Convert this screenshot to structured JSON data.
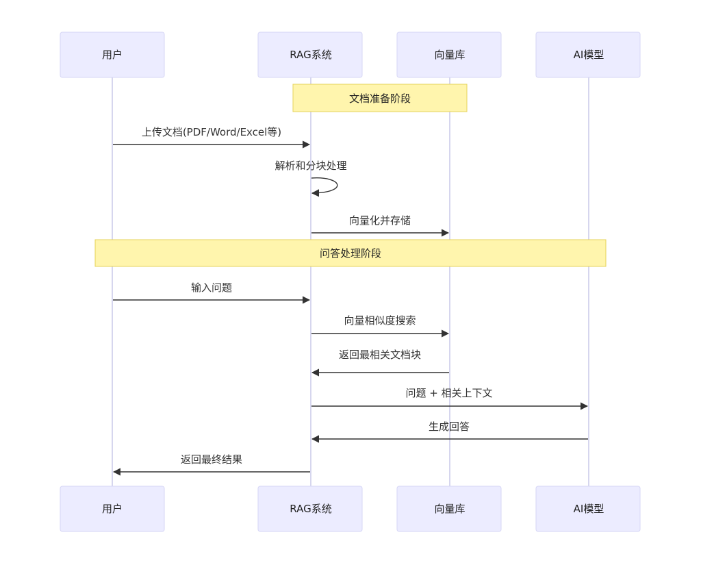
{
  "actors": [
    {
      "id": "user",
      "label": "用户"
    },
    {
      "id": "rag",
      "label": "RAG系统"
    },
    {
      "id": "vdb",
      "label": "向量库"
    },
    {
      "id": "ai",
      "label": "AI模型"
    }
  ],
  "notes": [
    {
      "label": "文档准备阶段",
      "over": [
        "rag",
        "vdb"
      ]
    },
    {
      "label": "问答处理阶段",
      "over": [
        "user",
        "ai"
      ]
    }
  ],
  "messages": [
    {
      "from": "user",
      "to": "rag",
      "label": "上传文档(PDF/Word/Excel等)"
    },
    {
      "from": "rag",
      "to": "rag",
      "label": "解析和分块处理"
    },
    {
      "from": "rag",
      "to": "vdb",
      "label": "向量化并存储"
    },
    {
      "from": "user",
      "to": "rag",
      "label": "输入问题"
    },
    {
      "from": "rag",
      "to": "vdb",
      "label": "向量相似度搜索"
    },
    {
      "from": "vdb",
      "to": "rag",
      "label": "返回最相关文档块"
    },
    {
      "from": "rag",
      "to": "ai",
      "label": "问题 + 相关上下文"
    },
    {
      "from": "ai",
      "to": "rag",
      "label": "生成回答"
    },
    {
      "from": "rag",
      "to": "user",
      "label": "返回最终结果"
    }
  ]
}
